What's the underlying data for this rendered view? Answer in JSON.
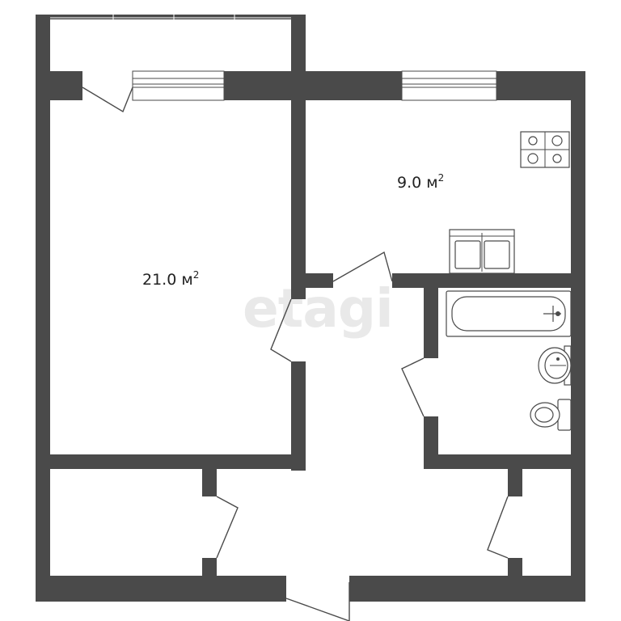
{
  "plan": {
    "rooms": [
      {
        "id": "living-room",
        "area_value": "21.0",
        "area_unit": "м",
        "area_power": "2"
      },
      {
        "id": "kitchen",
        "area_value": "9.0",
        "area_unit": "м",
        "area_power": "2"
      }
    ]
  },
  "watermark": {
    "text": "etagi"
  },
  "colors": {
    "wall": "#4a4a4a",
    "background": "#ffffff",
    "watermark": "#e9e9e9"
  }
}
